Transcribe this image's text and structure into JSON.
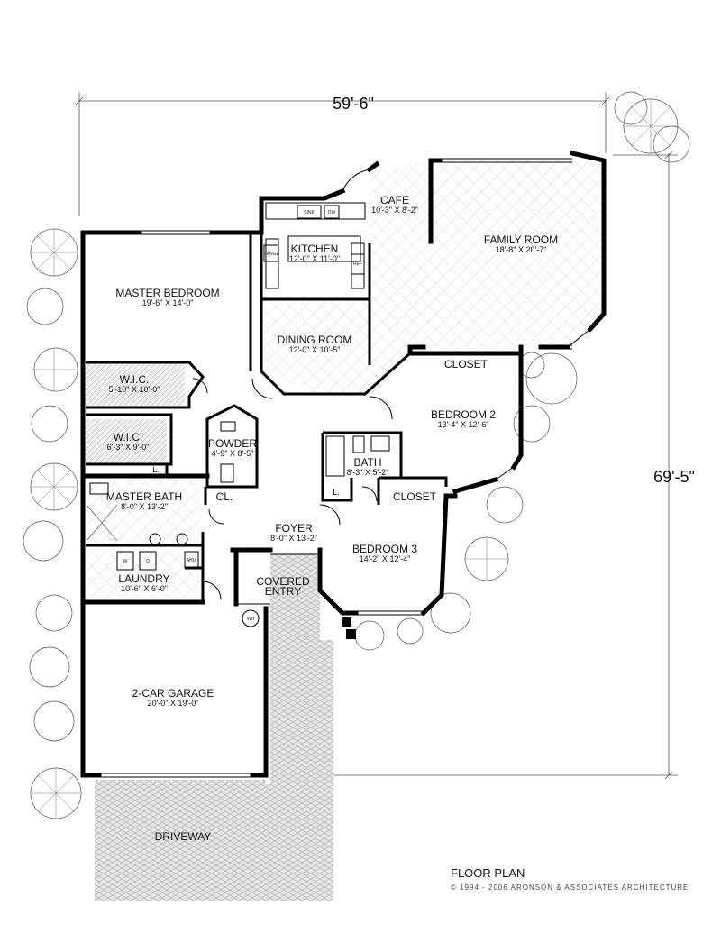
{
  "dimensions": {
    "width": "59'-6\"",
    "depth": "69'-5\""
  },
  "rooms": {
    "cafe": {
      "name": "CAFE",
      "size": "10'-3\" X 8'-2\""
    },
    "family_room": {
      "name": "FAMILY ROOM",
      "size": "18'-8\" X 20'-7\""
    },
    "kitchen": {
      "name": "KITCHEN",
      "size": "12'-0\" X 11'-0\""
    },
    "master_bedroom": {
      "name": "MASTER BEDROOM",
      "size": "19'-6\" X 14'-0\""
    },
    "dining_room": {
      "name": "DINING ROOM",
      "size": "12'-0\" X 10'-5\""
    },
    "closet_br2": {
      "name": "CLOSET"
    },
    "wic_1": {
      "name": "W.I.C.",
      "size": "5'-10\" X 10'-0\""
    },
    "bedroom_2": {
      "name": "BEDROOM 2",
      "size": "13'-4\" X 12'-6\""
    },
    "wic_2": {
      "name": "W.I.C.",
      "size": "6'-3\" X 9'-0\""
    },
    "powder": {
      "name": "POWDER",
      "size": "4'-9\" X 8'-5\""
    },
    "bath": {
      "name": "BATH",
      "size": "8'-3\" X 5'-2\""
    },
    "master_bath": {
      "name": "MASTER BATH",
      "size": "8'-0\" X 13'-2\""
    },
    "closet_master": {
      "name": "CL."
    },
    "closet_br3": {
      "name": "CLOSET"
    },
    "foyer": {
      "name": "FOYER",
      "size": "8'-0\" X 13'-2\""
    },
    "bedroom_3": {
      "name": "BEDROOM 3",
      "size": "14'-2\" X 12'-4\""
    },
    "covered_entry": {
      "name": "COVERED",
      "name_2": "ENTRY"
    },
    "laundry": {
      "name": "LAUNDRY",
      "size": "10'-6\" X 6'-0\""
    },
    "garage": {
      "name": "2-CAR GARAGE",
      "size": "20'-0\" X 19'-0\""
    },
    "driveway": {
      "name": "DRIVEWAY"
    }
  },
  "fixtures": {
    "sink": "SINK",
    "dw": "DW",
    "range": "RANGE",
    "ref": "REF",
    "washer": "W",
    "dryer": "D",
    "ahu": "AHU",
    "water_heater": "WH",
    "linen_1": "L.",
    "linen_2": "L."
  },
  "caption": {
    "title": "FLOOR PLAN",
    "copyright": "© 1994 - 2006 ARONSON & ASSOCIATES ARCHITECTURE"
  }
}
